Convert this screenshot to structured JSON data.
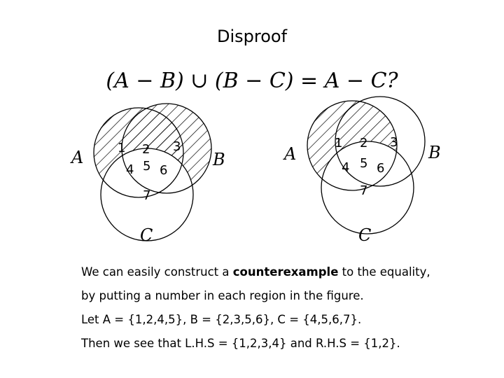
{
  "title": "Disproof",
  "equation": "(A − B) ∪ (B − C) = A − C?",
  "left_diagram": {
    "set_labels": {
      "a": "A",
      "b": "B",
      "c": "C"
    },
    "regions": {
      "r1": "1",
      "r2": "2",
      "r3": "3",
      "r4": "4",
      "r5": "5",
      "r6": "6",
      "r7": "7"
    },
    "shaded": [
      "1",
      "2",
      "3"
    ]
  },
  "right_diagram": {
    "set_labels": {
      "a": "A",
      "b": "B",
      "c": "C"
    },
    "regions": {
      "r1": "1",
      "r2": "2",
      "r3": "3",
      "r4": "4",
      "r5": "5",
      "r6": "6",
      "r7": "7"
    },
    "shaded": [
      "1",
      "2"
    ]
  },
  "text": {
    "line1_prefix": "We can easily construct a ",
    "line1_bold": "counterexample",
    "line1_suffix": " to the equality,",
    "line2": "by putting a number in each region in the figure.",
    "line3": "Let A = {1,2,4,5}, B = {2,3,5,6}, C = {4,5,6,7}.",
    "line4": "Then we see that L.H.S = {1,2,3,4} and R.H.S = {1,2}."
  }
}
